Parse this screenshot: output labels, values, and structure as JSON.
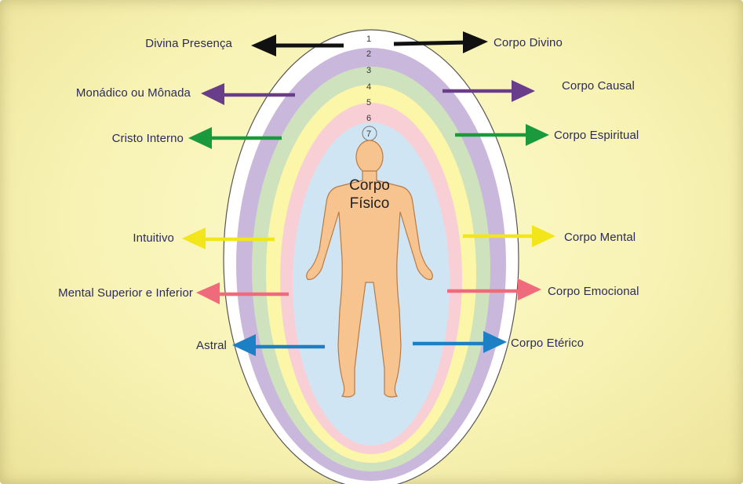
{
  "layers": [
    {
      "number": "1",
      "color": "#ffffff"
    },
    {
      "number": "2",
      "color": "#c9b8dc"
    },
    {
      "number": "3",
      "color": "#cde2bd"
    },
    {
      "number": "4",
      "color": "#fbf6a8"
    },
    {
      "number": "5",
      "color": "#f9cfd6"
    },
    {
      "number": "6",
      "color": "#cfe5f3"
    },
    {
      "number": "7",
      "color": "#cfe5f3"
    }
  ],
  "figure": {
    "label_line1": "Corpo",
    "label_line2": "Físico",
    "skin_color": "#f7c38f"
  },
  "left_labels": [
    {
      "text": "Divina Presença",
      "color": "#111111"
    },
    {
      "text": "Monádico ou Mônada",
      "color": "#6a3d8a"
    },
    {
      "text": "Cristo Interno",
      "color": "#1a9a3c"
    },
    {
      "text": "Intuitivo",
      "color": "#f2e61b"
    },
    {
      "text": "Mental Superior e Inferior",
      "color": "#ef6b7c"
    },
    {
      "text": "Astral",
      "color": "#1d7fc4"
    }
  ],
  "right_labels": [
    {
      "text": "Corpo Divino",
      "color": "#111111"
    },
    {
      "text": "Corpo Causal",
      "color": "#6a3d8a"
    },
    {
      "text": "Corpo Espiritual",
      "color": "#1a9a3c"
    },
    {
      "text": "Corpo Mental",
      "color": "#f2e61b"
    },
    {
      "text": "Corpo Emocional",
      "color": "#ef6b7c"
    },
    {
      "text": "Corpo Etérico",
      "color": "#1d7fc4"
    }
  ]
}
